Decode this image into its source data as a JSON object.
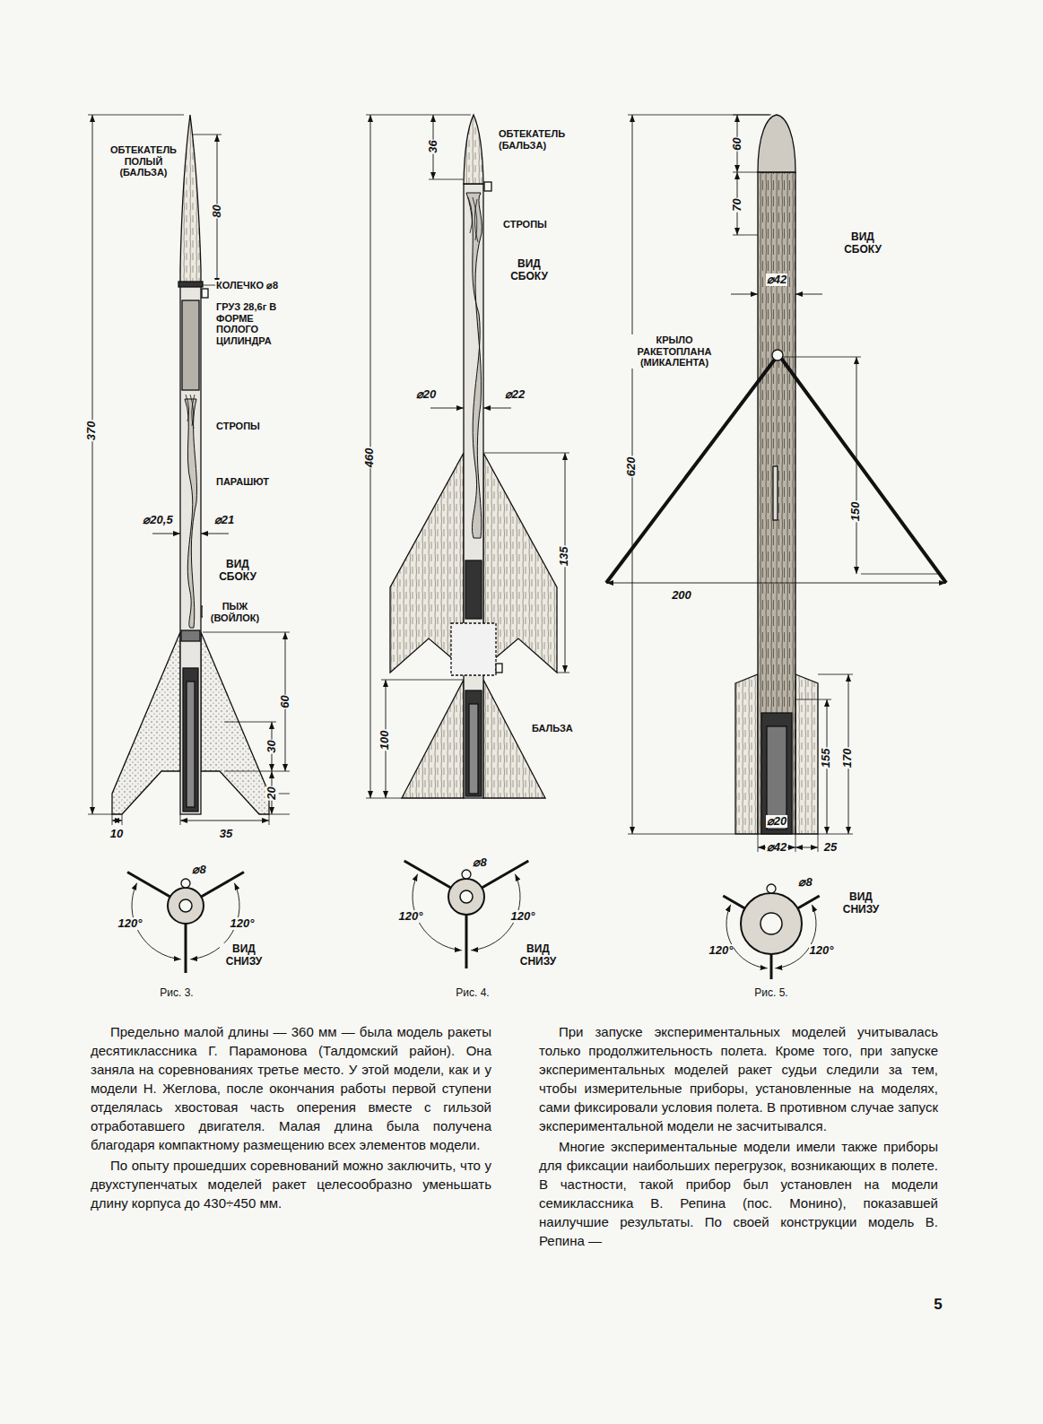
{
  "diagram": {
    "labels": [
      "ОБТЕКАТЕЛЬ ПОЛЫЙ (БАЛЬЗА)",
      "80",
      "КОЛЕЧКО ⌀8",
      "ГРУЗ 28,6г В ФОРМЕ ПОЛОГО ЦИЛИНДРА",
      "370",
      "СТРОПЫ",
      "ПАРАШЮТ",
      "⌀20,5",
      "⌀21",
      "ВИД СБОКУ",
      "ПЫЖ (ВОЙЛОК)",
      "60",
      "30",
      "20",
      "10",
      "35",
      "⌀8",
      "120°",
      "120°",
      "ВИД СНИЗУ",
      "Рис. 3.",
      "36",
      "ОБТЕКАТЕЛЬ (БАЛЬЗА)",
      "СТРОПЫ",
      "ВИД СБОКУ",
      "460",
      "⌀20",
      "⌀22",
      "135",
      "100",
      "БАЛЬЗА",
      "⌀8",
      "120°",
      "120°",
      "ВИД СНИЗУ",
      "Рис. 4.",
      "60",
      "70",
      "ВИД СБОКУ",
      "⌀42",
      "КРЫЛО РАКЕТОПЛАНА (МИКАЛЕНТА)",
      "620",
      "150",
      "200",
      "155",
      "170",
      "⌀20",
      "⌀42",
      "25",
      "⌀8",
      "ВИД СНИЗУ",
      "120°",
      "120°",
      "Рис. 5.",
      "Предельно малой длины — 360 мм — была модель ракеты десятиклассника Г. Парамонова (Талдомский район). Она заняла на соревнованиях третье место. У этой модели, как и у модели Н. Жеглова, после окончания работы первой ступени отделялась хвостовая часть оперения вместе с гильзой отработавшего двигателя. Малая длина была получена благодаря компактному размещению всех элементов модели.",
      "По опыту прошедших соревнований можно заключить, что у двухступенчатых моделей ракет целесообразно уменьшать длину корпуса до 430÷450 мм.",
      "При запуске экспериментальных моделей учитывалась только продолжительность полета. Кроме того, при запуске экспериментальных моделей ракет судьи следили за тем, чтобы измерительные приборы, установленные на моделях, сами фиксировали условия полета. В противном случае запуск экспериментальной модели не засчитывался.",
      "Многие экспериментальные модели имели также приборы для фиксации наибольших перегрузок, возникающих в полете. В частности, такой прибор был установлен на модели семиклассника В. Репина (пос. Монино), показавшей наилучшие результаты. По своей конструкции модель В. Репина —",
      "5"
    ]
  }
}
